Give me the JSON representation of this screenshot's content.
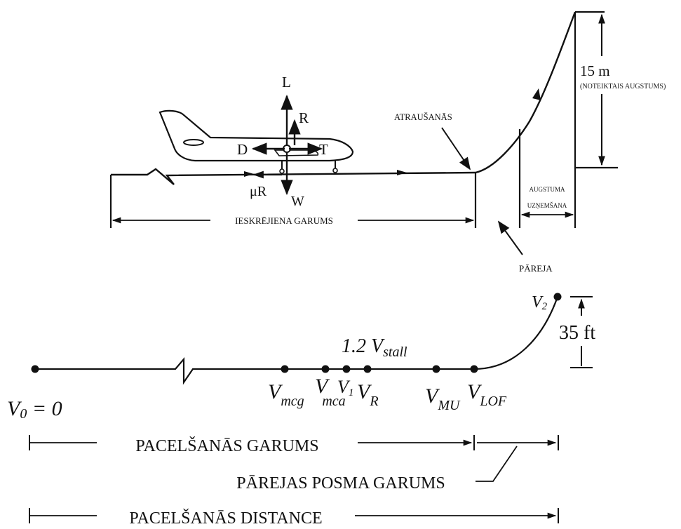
{
  "diagram_top": {
    "forces": {
      "lift": "L",
      "resultant": "R",
      "drag": "D",
      "thrust": "T",
      "friction": "μR",
      "weight": "W"
    },
    "rotation_label": "ATRAUŠANĀS",
    "ground_roll_label": "IESKRĒJIENA GARUMS",
    "transition_label": "PĀREJA",
    "climb_label_line1": "AUGSTUMA",
    "climb_label_line2": "UZŅEMŠANA",
    "height_value": "15 m",
    "height_note": "NOTEIKTAIS AUGSTUMS"
  },
  "diagram_bottom": {
    "v0": "V",
    "v0_sub": "0",
    "v0_suffix": " = 0",
    "vmcg": "V",
    "vmcg_sub": "mcg",
    "vmca": "V",
    "vmca_sub": "mca",
    "v1": "V",
    "v1_sub": "1",
    "vr": "V",
    "vr_sub": "R",
    "vmu": "V",
    "vmu_sub": "MU",
    "vlof": "V",
    "vlof_sub": "LOF",
    "v2": "V",
    "v2_sub": "2",
    "stall_label": "1.2 V",
    "stall_sub": "stall",
    "height_35": "35 ft",
    "takeoff_roll_label": "PACELŠANĀS GARUMS",
    "transition_segment_label": "PĀREJAS POSMA GARUMS",
    "takeoff_distance_label": "PACELŠANĀS DISTANCE"
  }
}
